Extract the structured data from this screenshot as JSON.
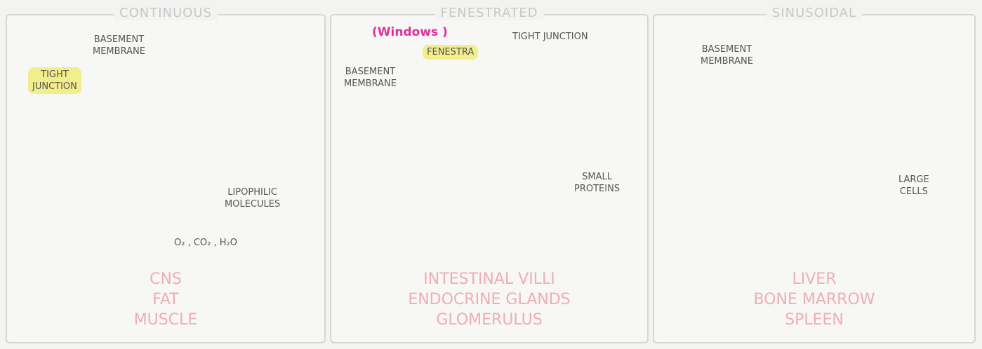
{
  "panels": [
    {
      "title": "CONTINUOUS",
      "labels": {
        "basement_membrane": [
          "BASEMENT",
          "MEMBRANE"
        ],
        "tight_junction": [
          "TIGHT",
          "JUNCTION"
        ],
        "lipophilic": [
          "LIPOPHILIC",
          "MOLECULES"
        ],
        "gases": "O₂ , CO₂ , H₂O"
      },
      "sites": [
        "CNS",
        "FAT",
        "MUSCLE"
      ]
    },
    {
      "title": "FENESTRATED",
      "annotation": "(Windows )",
      "labels": {
        "fenestra": "FENESTRA",
        "tight_junction": "TIGHT JUNCTION",
        "basement_membrane": [
          "BASEMENT",
          "MEMBRANE"
        ],
        "small_proteins": [
          "SMALL",
          "PROTEINS"
        ]
      },
      "sites": [
        "INTESTINAL VILLI",
        "ENDOCRINE GLANDS",
        "GLOMERULUS"
      ]
    },
    {
      "title": "SINUSOIDAL",
      "labels": {
        "basement_membrane": [
          "BASEMENT",
          "MEMBRANE"
        ],
        "large_cells": [
          "LARGE",
          "CELLS"
        ]
      },
      "sites": [
        "LIVER",
        "BONE MARROW",
        "SPLEEN"
      ]
    }
  ],
  "colors": {
    "vessel_inner": "#f3b3b8",
    "vessel_outer": "#f8d3d6",
    "membrane": "#93a3c7",
    "cell": "#d9b27a",
    "highlight": "#f3ee8c",
    "annotation": "#e0309c",
    "site_text": "#eeaeb4"
  }
}
